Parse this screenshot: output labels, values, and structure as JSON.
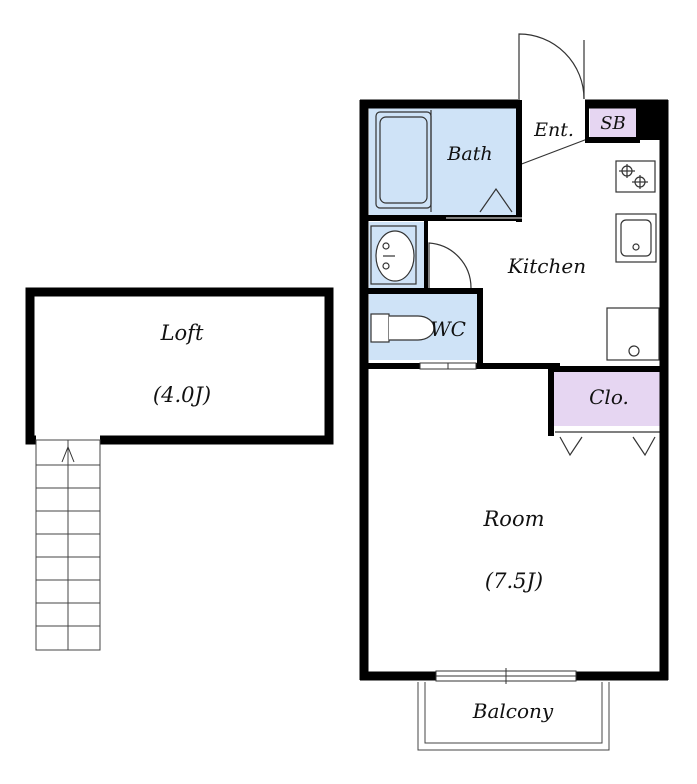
{
  "rooms": {
    "loft": {
      "name": "Loft",
      "size": "(4.0J)"
    },
    "bath": {
      "name": "Bath"
    },
    "entrance": {
      "name": "Ent."
    },
    "shoe_box": {
      "name": "SB"
    },
    "kitchen": {
      "name": "Kitchen"
    },
    "wc": {
      "name": "WC"
    },
    "closet": {
      "name": "Clo."
    },
    "room": {
      "name": "Room",
      "size": "(7.5J)"
    },
    "balcony": {
      "name": "Balcony"
    }
  },
  "colors": {
    "wall": "#000000",
    "wet_area": "#cfe3f7",
    "storage": "#e6d6f2",
    "line": "#333333"
  },
  "icons": [
    "bathtub-icon",
    "washbasin-icon",
    "toilet-icon",
    "stove-icon",
    "sink-icon",
    "washer-pan-icon",
    "door-swing-icon",
    "ladder-icon"
  ]
}
